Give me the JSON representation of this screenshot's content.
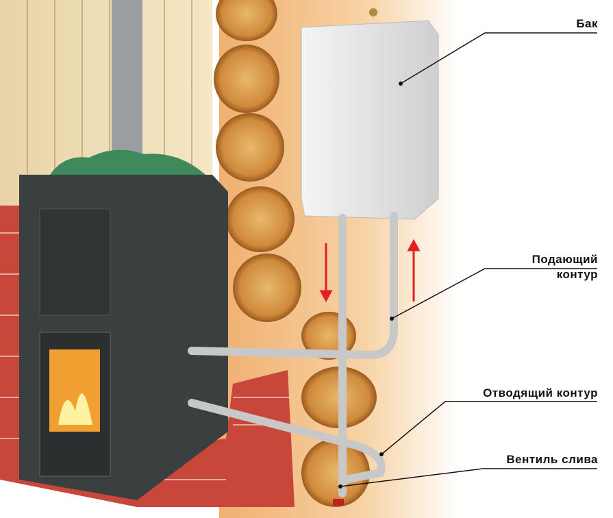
{
  "labels": {
    "tank": "Бак",
    "supply_1": "Подающий",
    "supply_2": "контур",
    "return": "Отводящий контур",
    "drain": "Вентиль слива"
  },
  "colors": {
    "stove": "#3a3f40",
    "brick": "#c8473a",
    "log": "#d99a4e",
    "tank": "#e6e6e6",
    "stones": "#3f8a5a",
    "arrow": "#e02020"
  }
}
